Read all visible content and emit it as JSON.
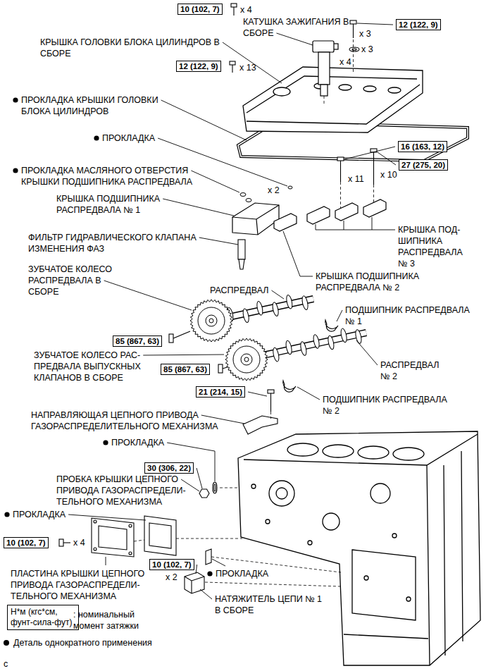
{
  "diagram": {
    "nodes": [
      {
        "text": [
          "10 (102, 7)"
        ]
      },
      {
        "text": [
          "12 (122, 9)"
        ]
      },
      {
        "text": [
          "12 (122, 9)"
        ]
      },
      {
        "text": [
          "16 (163, 12)"
        ]
      },
      {
        "text": [
          "27 (275, 20)"
        ]
      },
      {
        "text": [
          "85 (867, 63)"
        ]
      },
      {
        "text": [
          "85 (867, 63)"
        ]
      },
      {
        "text": [
          "21 (214, 15)"
        ]
      },
      {
        "text": [
          "30 (306, 22)"
        ]
      },
      {
        "text": [
          "10 (102, 7)"
        ]
      },
      {
        "text": [
          "10 (102, 7)"
        ]
      },
      {
        "text": [
          "Н*м (кгс*см, фунт-сила-фут)"
        ]
      }
    ],
    "labels": [
      "x 4",
      "КАТУШКА ЗАЖИГАНИЯ В СБОРЕ",
      "КРЫШКА ГОЛОВКИ БЛОКА ЦИЛИНДРОВ В СБОРЕ",
      "x 3",
      "x 4",
      "x 3",
      "x 13",
      "ПРОКЛАДКА КРЫШКИ ГОЛОВКИ БЛОКА ЦИЛИНДРОВ",
      "ПРОКЛАДКА",
      "x 10",
      "ПРОКЛАДКА МАСЛЯНОГО ОТВЕРСТИЯ КРЫШКИ ПОДШИПНИКА РАСПРЕДВАЛА",
      "x 11",
      "x 2",
      "КРЫШКА ПОДШИПНИКА РАСПРЕДВАЛА № 1",
      "КРЫШКА ПОД- ШИПНИКА РАСПРЕДВАЛА № 3",
      "ФИЛЬТР ГИДРАВЛИЧЕСКОГО КЛАПАНА ИЗМЕНЕНИЯ ФАЗ",
      "ЗУБЧАТОЕ КОЛЕСО РАСПРЕДВАЛА В СБОРЕ",
      "КРЫШКА ПОДШИПНИКА РАСПРЕДВАЛА № 2",
      "РАСПРЕДВАЛ",
      "ПОДШИПНИК РАСПРЕДВАЛА № 1",
      "ЗУБЧАТОЕ КОЛЕСО РАС- ПРЕДВАЛА ВЫПУСКНЫХ КЛАПАНОВ В СБОРЕ",
      "РАСПРЕДВАЛ № 2",
      "ПОДШИПНИК РАСПРЕДВАЛА № 2",
      "НАПРАВЛЯЮЩАЯ ЦЕПНОГО ПРИВОДА ГАЗОРАСПРЕДЕЛИТЕЛЬНОГО МЕХАНИЗМА",
      "ПРОКЛАДКА",
      "ПРОБКА КРЫШКИ ЦЕПНОГО ПРИВОДА ГАЗОРАСПРЕДЕЛИ- ТЕЛЬНОГО МЕХАНИЗМА",
      "ПРОКЛАДКА",
      "x 4",
      "x 2",
      "ПРОКЛАДКА",
      "ПЛАСТИНА КРЫШКИ ЦЕПНОГО ПРИВОДА ГАЗОРАСПРЕДЕЛИ- ТЕЛЬНОГО МЕХАНИЗМА",
      "НАТЯЖИТЕЛЬ ЦЕПИ № 1 В СБОРЕ",
      ": номинальный момент затяжки",
      "c"
    ],
    "legend": [
      {
        "text": "Деталь однократного применения"
      }
    ]
  }
}
